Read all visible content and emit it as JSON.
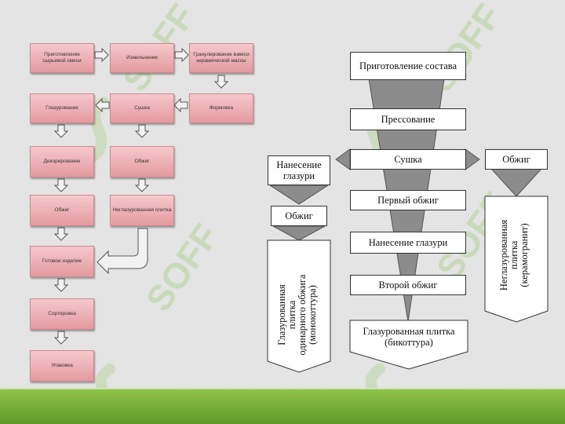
{
  "left_flow": {
    "steps": [
      "Приготовление сырьевой смеси",
      "Измельчение",
      "Гранулирование взвеси керамической массы",
      "Глазурование",
      "Сушка",
      "Формовка",
      "Декорирование",
      "Обжиг",
      "Обжиг",
      "Неглазурованная плитка",
      "Готовое изделие",
      "Сортировка",
      "Упаковка"
    ]
  },
  "right_flow": {
    "center_steps": [
      "Приготовление состава",
      "Прессование",
      "Сушка",
      "Первый обжиг",
      "Нанесение глазури",
      "Второй обжиг",
      "Глазурованная плитка (бикоттура)"
    ],
    "left_branch": {
      "glaze": "Нанесение глазури",
      "firing": "Обжиг",
      "result": "Глазурованная\nплитка\nодинарного обжига\n(монокоттура)"
    },
    "right_branch": {
      "firing": "Обжиг",
      "result": "Неглазурованная\nплитка\n(керамогранит)"
    }
  },
  "watermark": "SOFF",
  "colors": {
    "pink_box": "#e9a8ad",
    "white_box": "#ffffff",
    "funnel_gray": "#8c8c8c",
    "arrow_gray": "#f2f2f2",
    "green_bar": "#7db23c",
    "watermark": "#9ecb7a"
  }
}
